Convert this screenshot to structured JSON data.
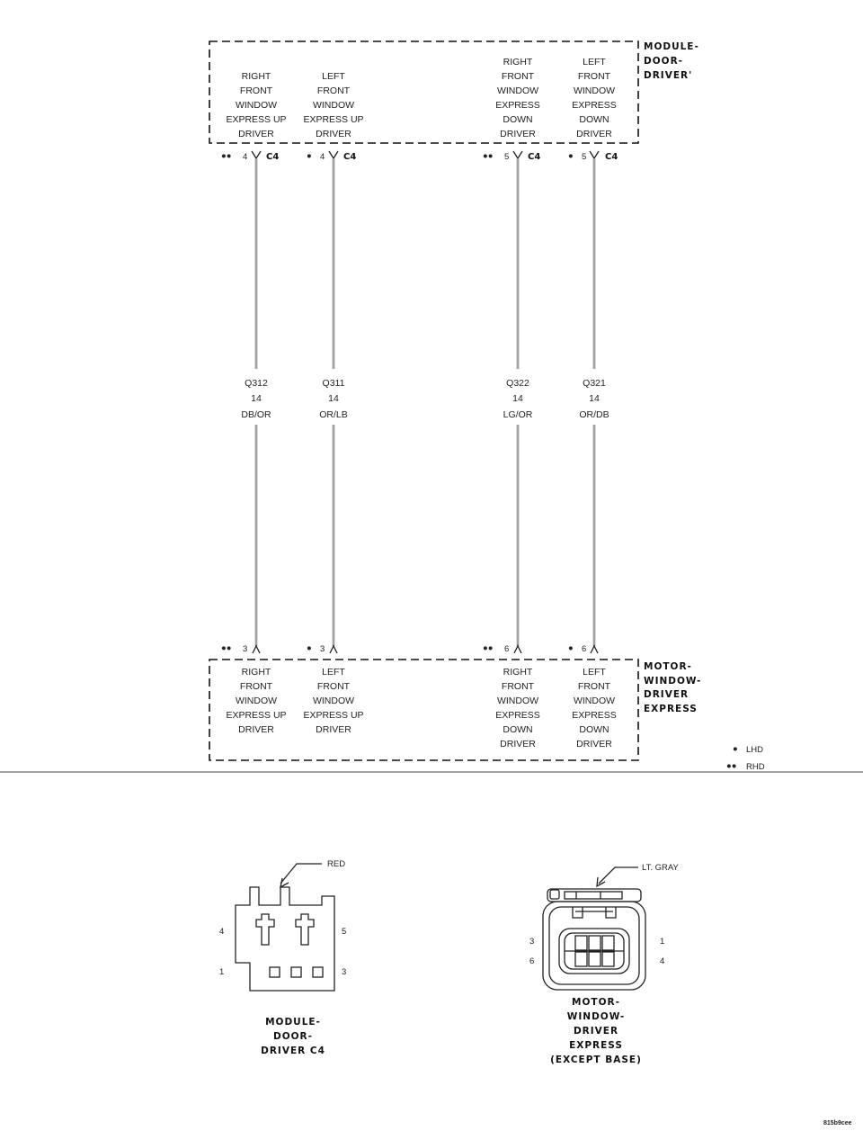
{
  "top_module": {
    "title_lines": [
      "MODULE-",
      "DOOR-",
      "DRIVER'"
    ],
    "labels": [
      [
        "RIGHT",
        "FRONT",
        "WINDOW",
        "EXPRESS UP",
        "DRIVER"
      ],
      [
        "LEFT",
        "FRONT",
        "WINDOW",
        "EXPRESS UP",
        "DRIVER"
      ],
      [
        "RIGHT",
        "FRONT",
        "WINDOW",
        "EXPRESS",
        "DOWN",
        "DRIVER"
      ],
      [
        "LEFT",
        "FRONT",
        "WINDOW",
        "EXPRESS",
        "DOWN",
        "DRIVER"
      ]
    ],
    "pins": [
      "4",
      "4",
      "5",
      "5"
    ],
    "pin_marks": [
      "●●",
      "●",
      "●●",
      "●"
    ],
    "connector": "C4"
  },
  "wires": [
    {
      "circuit": "Q312",
      "gauge": "14",
      "color": "DB/OR"
    },
    {
      "circuit": "Q311",
      "gauge": "14",
      "color": "OR/LB"
    },
    {
      "circuit": "Q322",
      "gauge": "14",
      "color": "LG/OR"
    },
    {
      "circuit": "Q321",
      "gauge": "14",
      "color": "OR/DB"
    }
  ],
  "bottom_module": {
    "title_lines": [
      "MOTOR-",
      "WINDOW-",
      "DRIVER",
      "EXPRESS"
    ],
    "labels": [
      [
        "RIGHT",
        "FRONT",
        "WINDOW",
        "EXPRESS UP",
        "DRIVER"
      ],
      [
        "LEFT",
        "FRONT",
        "WINDOW",
        "EXPRESS UP",
        "DRIVER"
      ],
      [
        "RIGHT",
        "FRONT",
        "WINDOW",
        "EXPRESS",
        "DOWN",
        "DRIVER"
      ],
      [
        "LEFT",
        "FRONT",
        "WINDOW",
        "EXPRESS",
        "DOWN",
        "DRIVER"
      ]
    ],
    "pins": [
      "3",
      "3",
      "6",
      "6"
    ],
    "pin_marks": [
      "●●",
      "●",
      "●●",
      "●"
    ]
  },
  "legend": [
    {
      "mark": "●",
      "text": "LHD"
    },
    {
      "mark": "●●",
      "text": "RHD"
    }
  ],
  "connector_left": {
    "color_label": "RED",
    "pins": {
      "top_left": "4",
      "top_right": "5",
      "bottom_left": "1",
      "bottom_right": "3"
    },
    "caption_lines": [
      "MODULE-",
      "DOOR-",
      "DRIVER C4"
    ]
  },
  "connector_right": {
    "color_label": "LT. GRAY",
    "pins": {
      "left_top": "3",
      "left_bottom": "6",
      "right_top": "1",
      "right_bottom": "4"
    },
    "caption_lines": [
      "MOTOR-",
      "WINDOW-",
      "DRIVER",
      "EXPRESS",
      "(EXCEPT BASE)"
    ]
  },
  "figure_id": "815b9cee"
}
